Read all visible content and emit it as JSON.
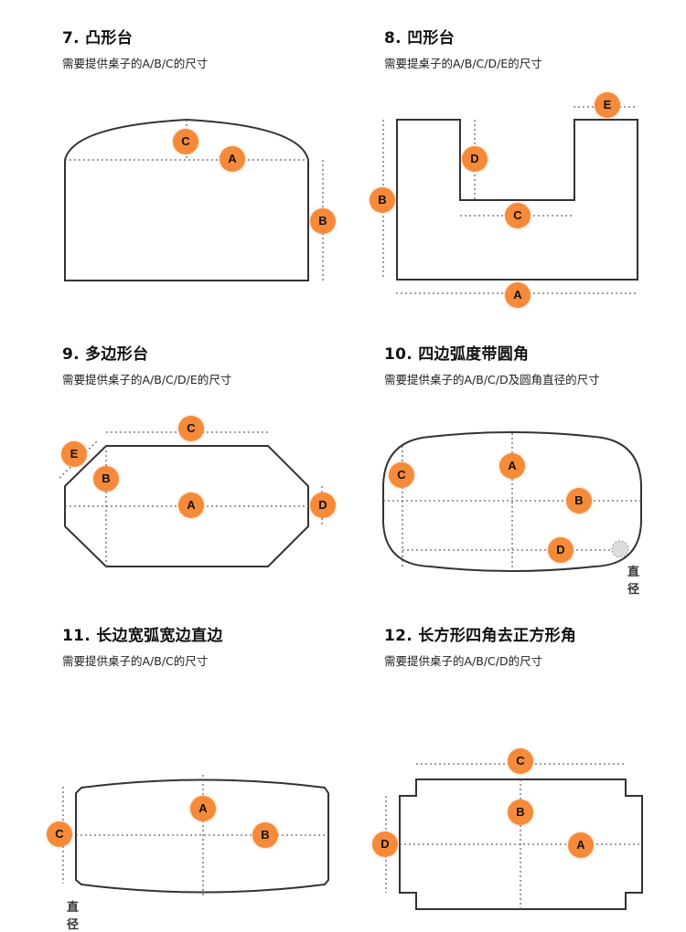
{
  "accent_color": "#f58a3a",
  "panels": [
    {
      "title": "7. 凸形台",
      "subtitle": "需要提供桌子的A/B/C的尺寸",
      "labels": [
        "C",
        "A",
        "B"
      ]
    },
    {
      "title": "8. 凹形台",
      "subtitle": "需要提桌子的A/B/C/D/E的尺寸",
      "labels": [
        "E",
        "D",
        "B",
        "C",
        "A"
      ]
    },
    {
      "title": "9. 多边形台",
      "subtitle": "需要提供桌子的A/B/C/D/E的尺寸",
      "labels": [
        "C",
        "E",
        "B",
        "A",
        "D"
      ]
    },
    {
      "title": "10. 四边弧度带圆角",
      "subtitle": "需要提供桌子的A/B/C/D及圆角直径的尺寸",
      "labels": [
        "A",
        "C",
        "B",
        "D"
      ],
      "note": "直径"
    },
    {
      "title": "11. 长边宽弧宽边直边",
      "subtitle": "需要提供桌子的A/B/C的尺寸",
      "labels": [
        "A",
        "C",
        "B"
      ],
      "note": "直径"
    },
    {
      "title": "12. 长方形四角去正方形角",
      "subtitle": "需要提供桌子的A/B/C/D的尺寸",
      "labels": [
        "C",
        "B",
        "D",
        "A"
      ]
    }
  ]
}
